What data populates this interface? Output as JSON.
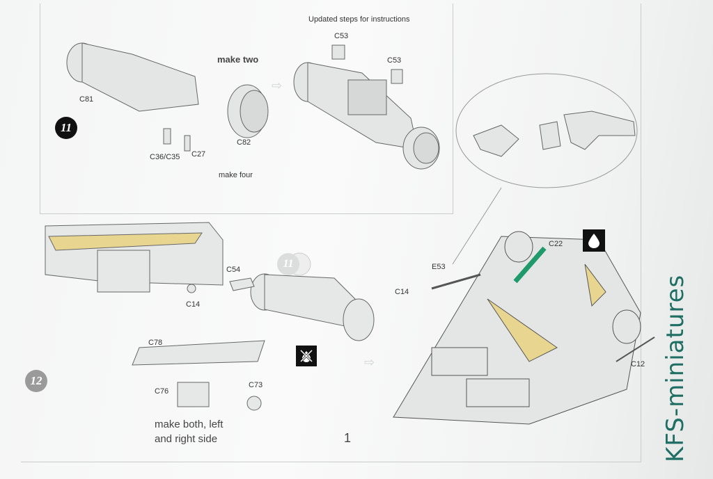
{
  "header": {
    "title": "Updated steps for instructions"
  },
  "step11": {
    "number": "11",
    "make_two": "make two",
    "make_four": "make four",
    "parts": {
      "c81": "C81",
      "c36_c35": "C36/C35",
      "c27": "C27",
      "c82": "C82",
      "c53_a": "C53",
      "c53_b": "C53"
    }
  },
  "step12": {
    "number": "12",
    "ghost_reference": "11",
    "note_line1": "make both,  left",
    "note_line2": "and right side",
    "parts": {
      "c54": "C54",
      "c14_a": "C14",
      "c78": "C78",
      "c76": "C76",
      "c73": "C73",
      "e53": "E53",
      "c14_b": "C14",
      "c22": "C22",
      "c12": "C12"
    }
  },
  "icons": {
    "glue": "glue-drop-icon",
    "cross": "do-not-glue-icon",
    "arrow": "next-arrow-icon"
  },
  "page_number": "1",
  "brand": "KFS-miniatures",
  "colors": {
    "step_dark": "#111111",
    "step_gray": "#9a9a9a",
    "highlight_part": "#1f9a6a",
    "yellow_accent": "#e8d690",
    "brand": "#1f6e63"
  }
}
